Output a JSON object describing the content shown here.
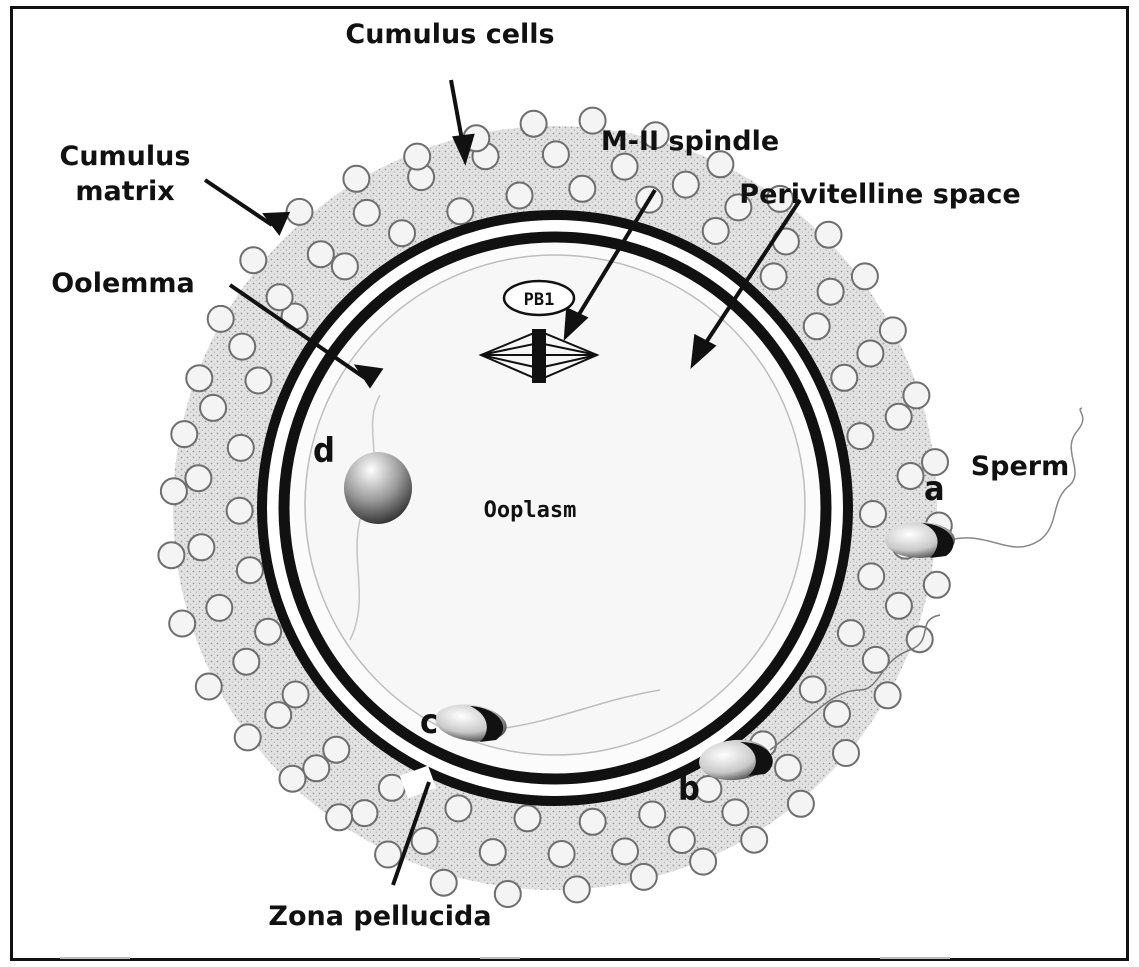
{
  "labels": {
    "cumulus_cells": "Cumulus cells",
    "cumulus_matrix_line1": "Cumulus",
    "cumulus_matrix_line2": "matrix",
    "mii_spindle": "M-II spindle",
    "perivitelline_space": "Perivitelline space",
    "oolemma": "Oolemma",
    "pb1": "PB1",
    "ooplasm": "Ooplasm",
    "sperm": "Sperm",
    "zona_pellucida": "Zona pellucida",
    "letter_a": "a",
    "letter_b": "b",
    "letter_c": "c",
    "letter_d": "d"
  },
  "colors": {
    "zona_ring": "#111111",
    "matrix_fill": "#d6d6d6",
    "line": "#111111"
  }
}
